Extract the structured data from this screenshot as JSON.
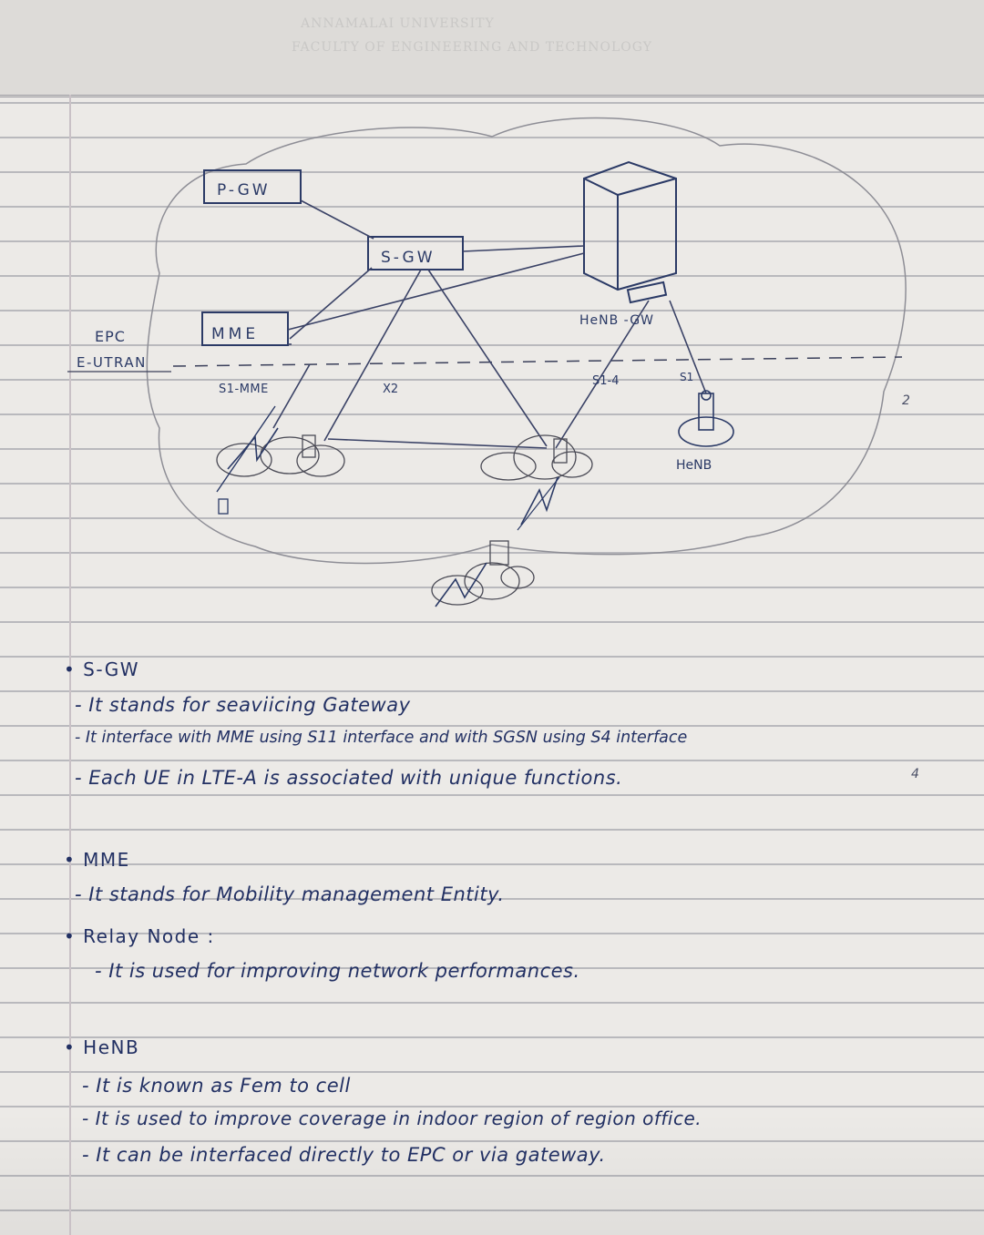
{
  "header": {
    "faint_line_1": "ANNAMALAI UNIVERSITY",
    "faint_line_2": "FACULTY OF ENGINEERING AND TECHNOLOGY"
  },
  "diagram": {
    "labels": {
      "pgw": "P-GW",
      "sgw": "S-GW",
      "mme": "MME",
      "henb_gw": "HeNB -GW",
      "epc": "EPC",
      "eutran": "E-UTRAN",
      "s1_mme": "S1-MME",
      "x2": "X2",
      "s1_u": "S1-4",
      "s1": "S1",
      "henb": "HeNB"
    }
  },
  "notes": {
    "sgw": {
      "heading": "S-GW",
      "lines": [
        "- It stands for seaviicing Gateway",
        "- It interface with MME using S11 interface and with SGSN using S4 interface",
        "- Each UE in LTE-A is associated with unique functions."
      ]
    },
    "mme": {
      "heading": "MME",
      "lines": [
        "- It stands for Mobility management Entity."
      ]
    },
    "relay": {
      "heading": "Relay Node :",
      "lines": [
        "- It is used for improving network performances."
      ]
    },
    "henb": {
      "heading": "HeNB",
      "lines": [
        "- It is known as Fem to cell",
        "- It is used to improve coverage in indoor region of region office.",
        "- It can be interfaced directly to EPC or via gateway."
      ]
    },
    "page_marks": [
      "2",
      "4"
    ]
  },
  "colors": {
    "ink": "#223063",
    "pencil": "#3c3c44",
    "rule": "#b9b9bd",
    "paper": "#eceae7"
  }
}
